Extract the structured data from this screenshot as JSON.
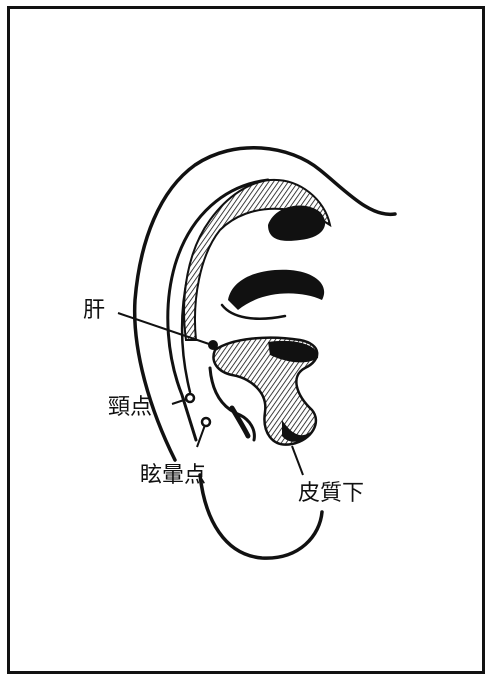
{
  "labels": {
    "liver": "肝",
    "neck_point": "頸点",
    "dizziness_point": "眩暈点",
    "subcortex": "皮質下"
  },
  "colors": {
    "ink": "#111111",
    "background": "#ffffff"
  }
}
